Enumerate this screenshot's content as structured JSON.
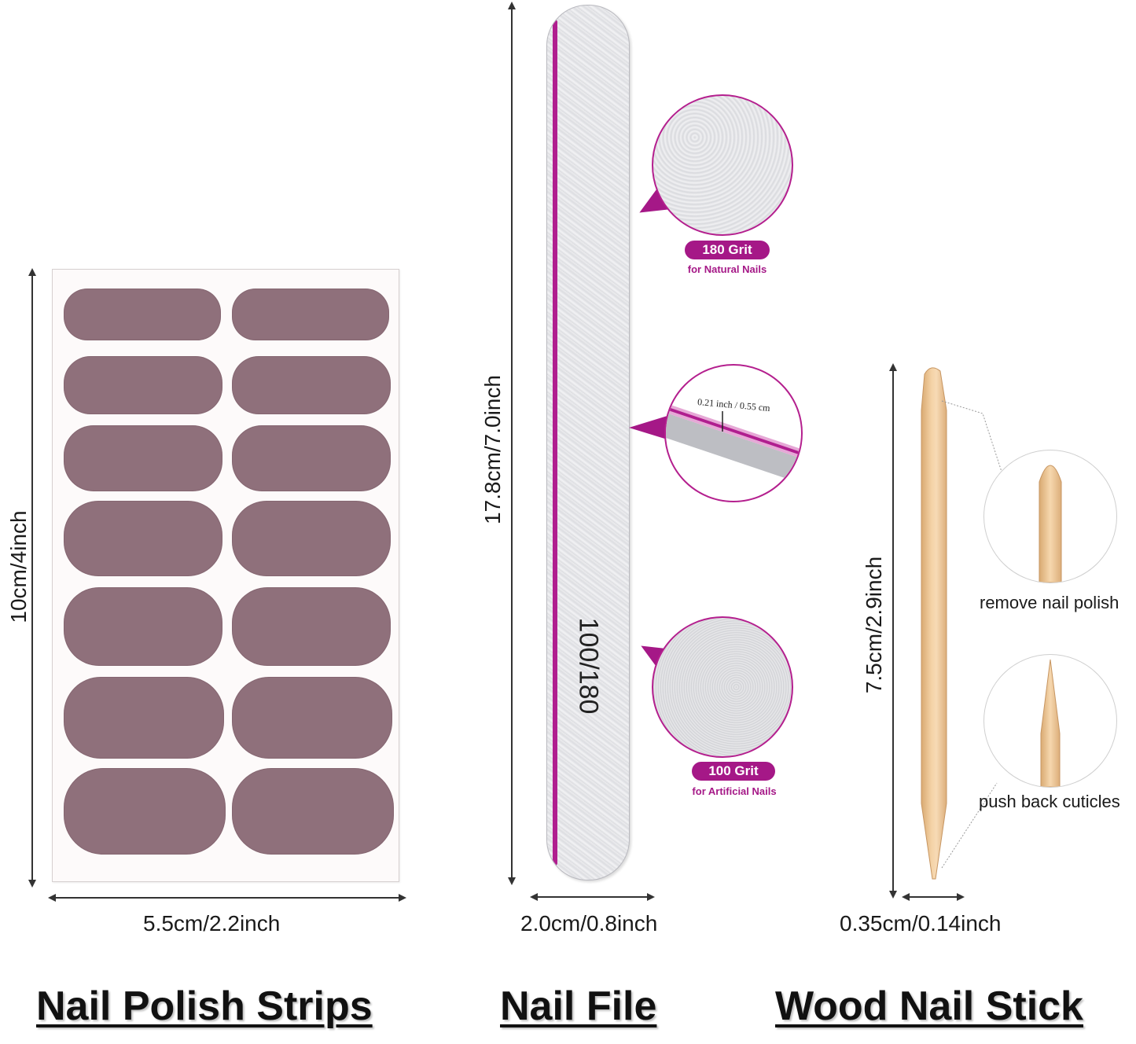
{
  "strips": {
    "title": "Nail Polish Strips",
    "height_label": "10cm/4inch",
    "width_label": "5.5cm/2.2inch",
    "strip_color": "#8f707b",
    "strip_count": 14
  },
  "file": {
    "title": "Nail File",
    "length_label": "17.8cm/7.0inch",
    "width_label": "2.0cm/0.8inch",
    "printed_text": "100/180",
    "accent_color": "#a51887",
    "thickness_label": "0.21 inch / 0.55 cm",
    "grit_top": {
      "label": "180 Grit",
      "sub": "for Natural Nails"
    },
    "grit_bottom": {
      "label": "100 Grit",
      "sub": "for Artificial Nails"
    }
  },
  "stick": {
    "title": "Wood Nail Stick",
    "length_label": "7.5cm/2.9inch",
    "width_label": "0.35cm/0.14inch",
    "callout_top": "remove nail polish",
    "callout_bottom": "push back cuticles"
  }
}
